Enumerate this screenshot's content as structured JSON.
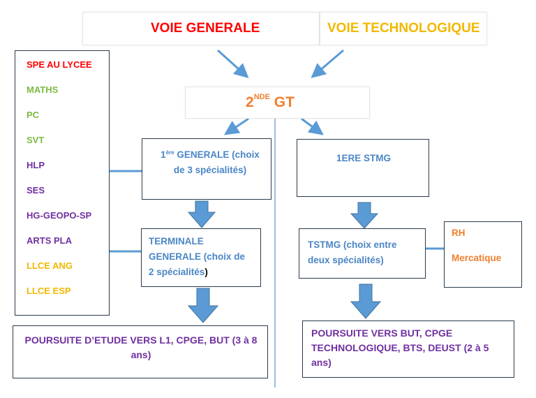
{
  "top": {
    "voie_generale": "VOIE GENERALE",
    "voie_technologique": "VOIE TECHNOLOGIQUE"
  },
  "seconde": {
    "num": "2",
    "sup": "NDE",
    "rest": " GT"
  },
  "spe_list": {
    "title": "SPE AU LYCEE",
    "items": [
      {
        "label": "MATHS",
        "color": "#7dbb42"
      },
      {
        "label": "PC",
        "color": "#7dbb42"
      },
      {
        "label": "SVT",
        "color": "#7dbb42"
      },
      {
        "label": "HLP",
        "color": "#7030a0"
      },
      {
        "label": "SES",
        "color": "#7030a0"
      },
      {
        "label": "HG-GEOPO-SP",
        "color": "#7030a0"
      },
      {
        "label": "ARTS PLA",
        "color": "#7030a0"
      },
      {
        "label": "LLCE ANG",
        "color": "#f2b800"
      },
      {
        "label": "LLCE ESP",
        "color": "#f2b800"
      }
    ]
  },
  "premiere_generale": {
    "num": "1",
    "sup": "ère",
    "line1_rest": " GENERALE (choix",
    "line2": "de 3 spécialités)"
  },
  "premiere_stmg": "1ERE STMG",
  "terminale_generale": {
    "line1": "TERMINALE",
    "line2": "GENERALE (choix de",
    "line3_blue": "2 spécialités",
    "line3_end": ")"
  },
  "tstmg": {
    "line1": "TSTMG (choix entre",
    "line2": "deux spécialités)"
  },
  "stmg_specialites": {
    "item1": "RH",
    "item2": "Mercatique"
  },
  "poursuite_generale": {
    "line1": "POURSUITE D’ETUDE VERS L1, CPGE, BUT (3 à 8",
    "line2": "ans)"
  },
  "poursuite_techno": {
    "line1": "POURSUITE VERS BUT, CPGE",
    "line2": "TECHNOLOGIQUE, BTS, DEUST (2 à 5",
    "line3": "ans)"
  },
  "colors": {
    "red": "#ff0000",
    "gold": "#f2b800",
    "orange": "#f07f2d",
    "blue": "#4a86c5",
    "arrow_blue": "#5b9bd5",
    "purple": "#7030a0",
    "green": "#7dbb42"
  }
}
